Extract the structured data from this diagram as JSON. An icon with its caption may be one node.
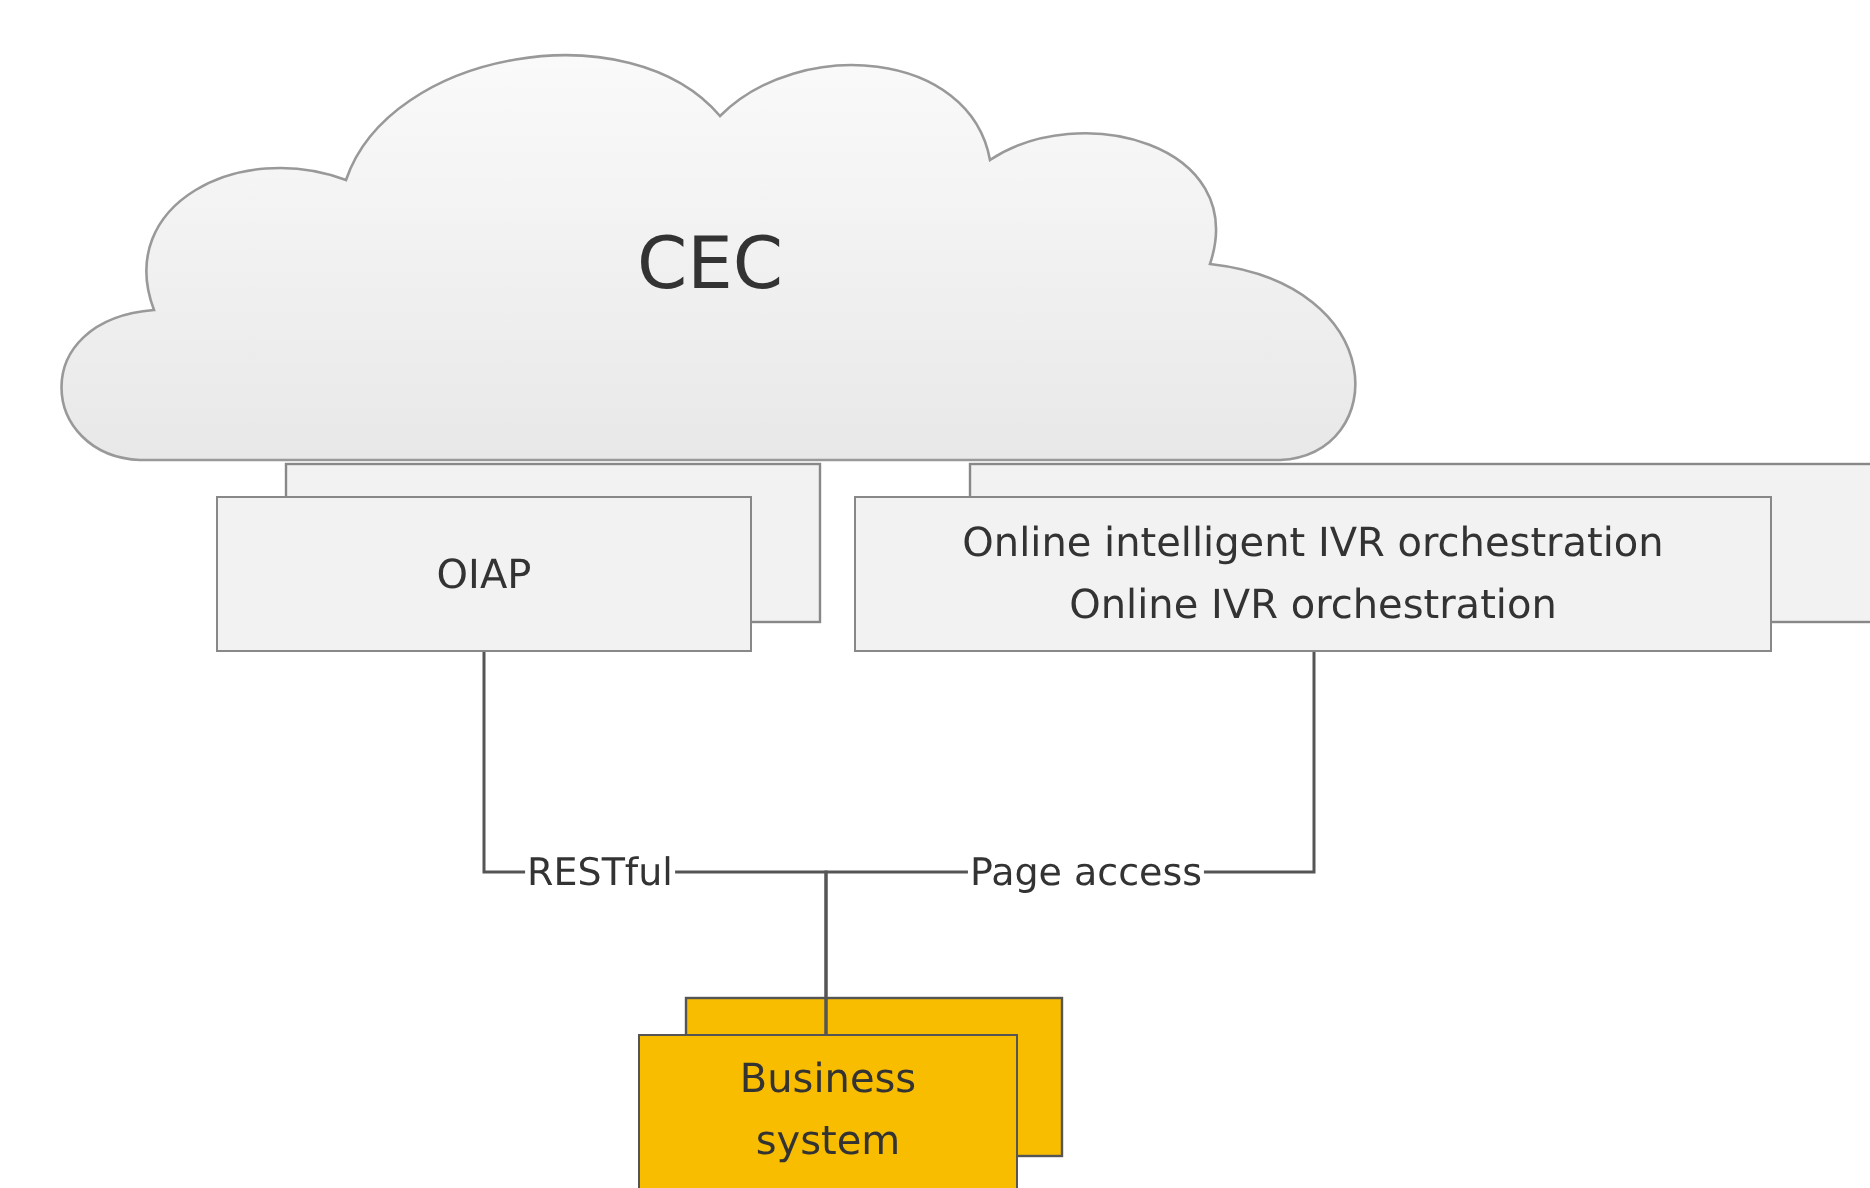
{
  "diagram": {
    "nodes": [
      {
        "text": [
          "CEC"
        ]
      },
      {
        "text": [
          "OIAP"
        ]
      },
      {
        "text": [
          "Online intelligent IVR orchestration",
          "Online IVR orchestration"
        ]
      },
      {
        "text": [
          "Business system"
        ]
      }
    ],
    "edges": [
      {
        "from": 1,
        "to": 3,
        "arrow": "none",
        "label": "RESTful"
      },
      {
        "from": 2,
        "to": 3,
        "arrow": "none",
        "label": "Page access"
      }
    ]
  }
}
